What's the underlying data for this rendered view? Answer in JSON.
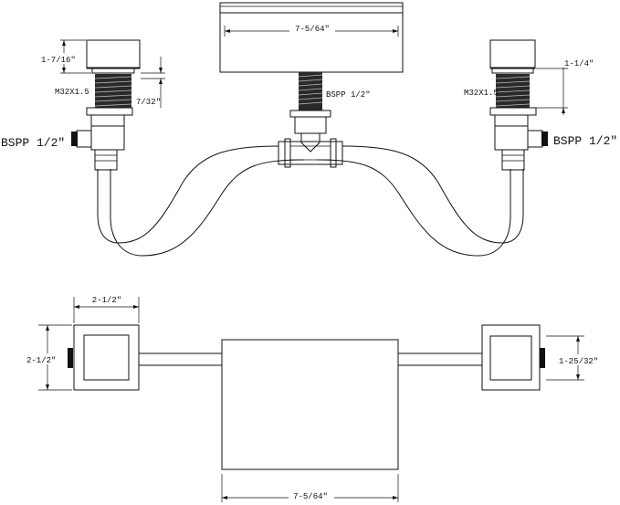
{
  "labels": {
    "spout_width_top": "7-5/64\"",
    "spout_width_bottom": "7-5/64\"",
    "left_handle_height": "1-7/16\"",
    "left_thread_spec": "M32X1.5",
    "left_thread_depth": "7/32\"",
    "right_handle_height": "1-1/4\"",
    "right_thread_spec": "M32X1.5",
    "center_inlet": "BSPP 1/2\"",
    "left_inlet": "BSPP 1/2\"",
    "right_inlet": "BSPP 1/2\"",
    "handle_width_plan": "2-1/2\"",
    "handle_depth_plan": "2-1/2\"",
    "handle_inner_plan": "1-25/32\""
  },
  "colors": {
    "line": "#111111",
    "background": "#ffffff",
    "thread_fill": "#2a2a2a"
  }
}
